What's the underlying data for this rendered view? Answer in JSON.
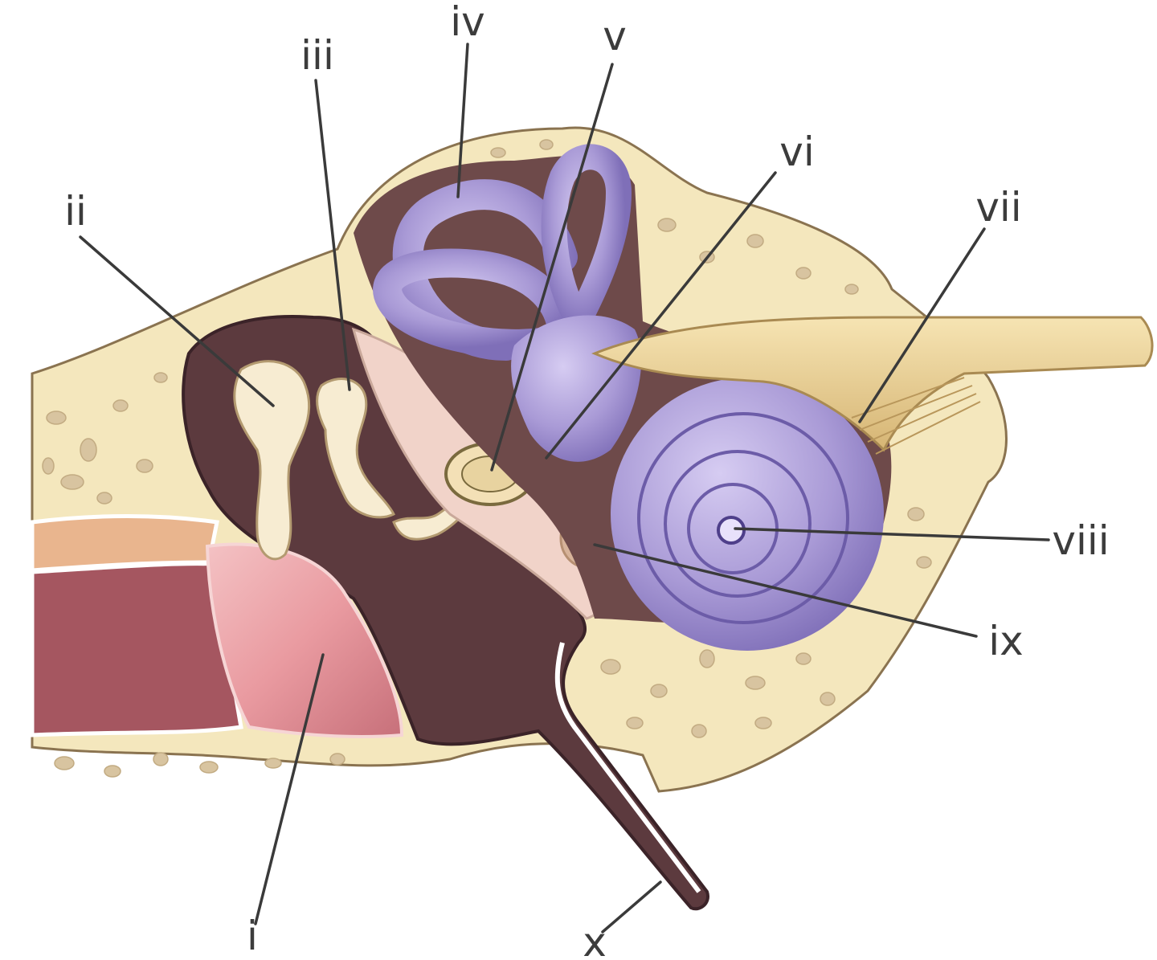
{
  "diagram": {
    "labels": [
      "i",
      "ii",
      "iii",
      "iv",
      "v",
      "vi",
      "vii",
      "viii",
      "ix",
      "x"
    ]
  },
  "colors": {
    "bone": "#f4e7bd",
    "bone_spot": "#d8c4a0",
    "cavity": "#5c3a3e",
    "canal_skin": "#e9b58e",
    "eardrum": "#e99aa0",
    "ossicle": "#f7ecd2",
    "labyrinth": "#a99ad6",
    "labyrinth_shade": "#7f6fb8",
    "nerve": "#ecd196",
    "line": "#3a3a3a"
  }
}
